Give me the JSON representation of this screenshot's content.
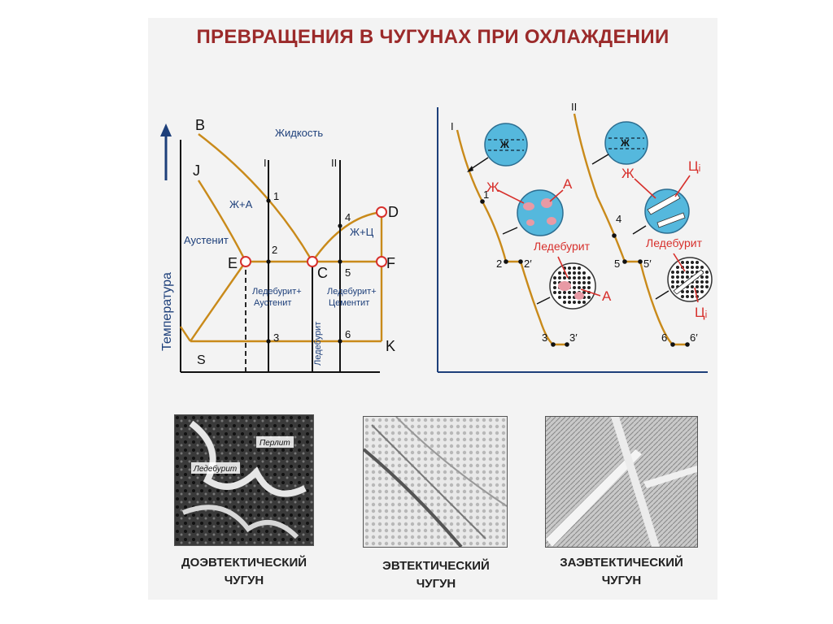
{
  "title": "ПРЕВРАЩЕНИЯ В ЧУГУНАХ ПРИ ОХЛАЖДЕНИИ",
  "phase_diagram": {
    "y_axis_label": "Температура",
    "points": {
      "B": "B",
      "J": "J",
      "D": "D",
      "E": "E",
      "C": "C",
      "F": "F",
      "S": "S",
      "K": "K"
    },
    "regions": {
      "liquid": "Жидкость",
      "liquid_austenite": "Ж+А",
      "austenite": "Аустенит",
      "liquid_cementite": "Ж+Ц",
      "ledeburite_austenite_1": "Ледебурит+",
      "ledeburite_austenite_2": "Аустенит",
      "ledeburite_cementite_1": "Ледебурит+",
      "ledeburite_cementite_2": "Цементит",
      "ledeburite_vertical": "Ледебурит"
    },
    "alloy_lines": [
      "I",
      "II"
    ],
    "markers": [
      "1",
      "2",
      "3",
      "4",
      "5",
      "6"
    ]
  },
  "cooling_curves": {
    "curve_labels": [
      "I",
      "II"
    ],
    "curve1_points": [
      "1",
      "2",
      "2′",
      "3",
      "3′"
    ],
    "curve2_points": [
      "4",
      "5",
      "5′",
      "6",
      "6′"
    ],
    "labels": {
      "zh": "Ж",
      "a": "А",
      "ledeburit": "Ледебурит",
      "ts_i": "Цᵢ"
    }
  },
  "micrographs": [
    {
      "caption_line1": "ДОЭВТЕКТИЧЕСКИЙ",
      "caption_line2": "ЧУГУН",
      "inset_labels": [
        "Перлит",
        "Ледебурит"
      ]
    },
    {
      "caption_line1": "ЭВТЕКТИЧЕСКИЙ",
      "caption_line2": "ЧУГУН"
    },
    {
      "caption_line1": "ЗАЭВТЕКТИЧЕСКИЙ",
      "caption_line2": "ЧУГУН"
    }
  ],
  "colors": {
    "title": "#9b2a2a",
    "curve": "#c98a1a",
    "accent": "#d7302c",
    "bubble": "#55b8dd"
  }
}
